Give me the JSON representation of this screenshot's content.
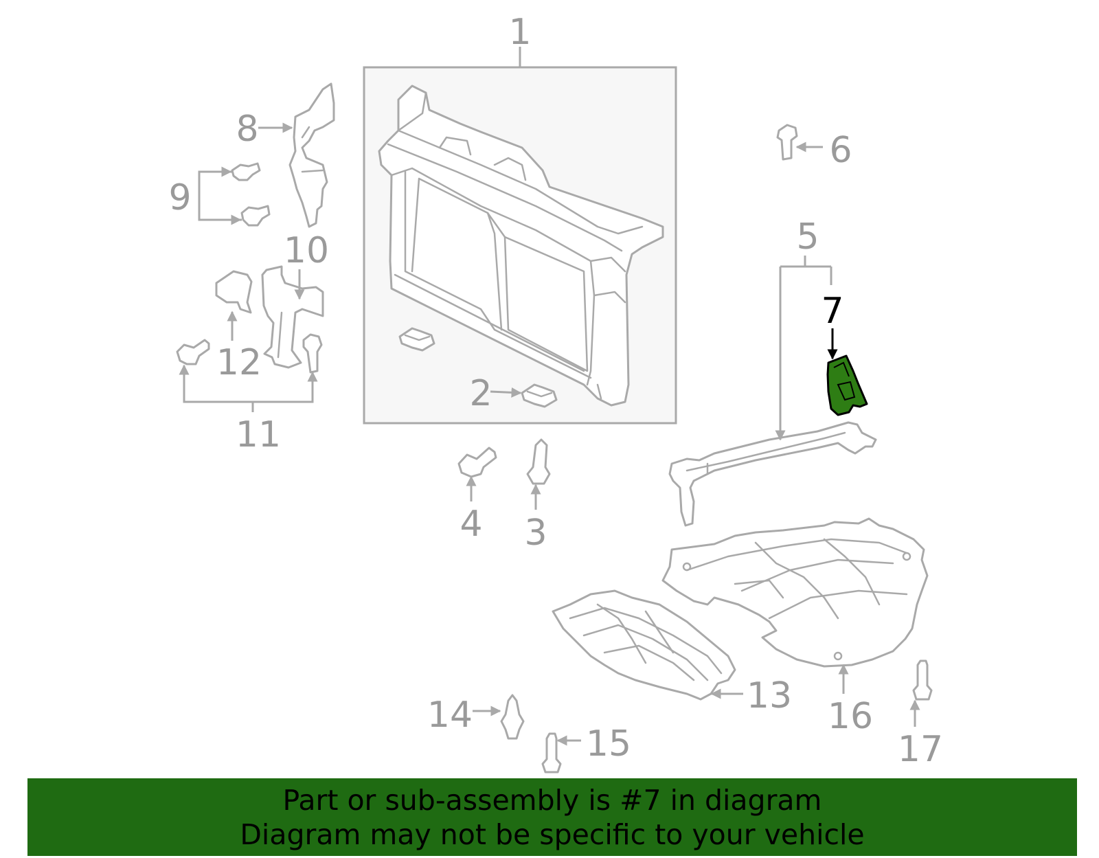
{
  "callouts": [
    {
      "id": "1",
      "label": "1"
    },
    {
      "id": "2",
      "label": "2"
    },
    {
      "id": "3",
      "label": "3"
    },
    {
      "id": "4",
      "label": "4"
    },
    {
      "id": "5",
      "label": "5"
    },
    {
      "id": "6",
      "label": "6"
    },
    {
      "id": "7",
      "label": "7",
      "highlighted": true
    },
    {
      "id": "8",
      "label": "8"
    },
    {
      "id": "9",
      "label": "9"
    },
    {
      "id": "10",
      "label": "10"
    },
    {
      "id": "11",
      "label": "11"
    },
    {
      "id": "12",
      "label": "12"
    },
    {
      "id": "13",
      "label": "13"
    },
    {
      "id": "14",
      "label": "14"
    },
    {
      "id": "15",
      "label": "15"
    },
    {
      "id": "16",
      "label": "16"
    },
    {
      "id": "17",
      "label": "17"
    }
  ],
  "banner": {
    "line1": "Part or sub-assembly is #7 in diagram",
    "line2": "Diagram may not be specific to your vehicle"
  },
  "colors": {
    "highlight_part": "#2e7d14",
    "banner_background": "#1f6b12",
    "line_art": "#a9a9a9",
    "callout_text": "#9a9a9a",
    "highlight_text": "#000000"
  }
}
